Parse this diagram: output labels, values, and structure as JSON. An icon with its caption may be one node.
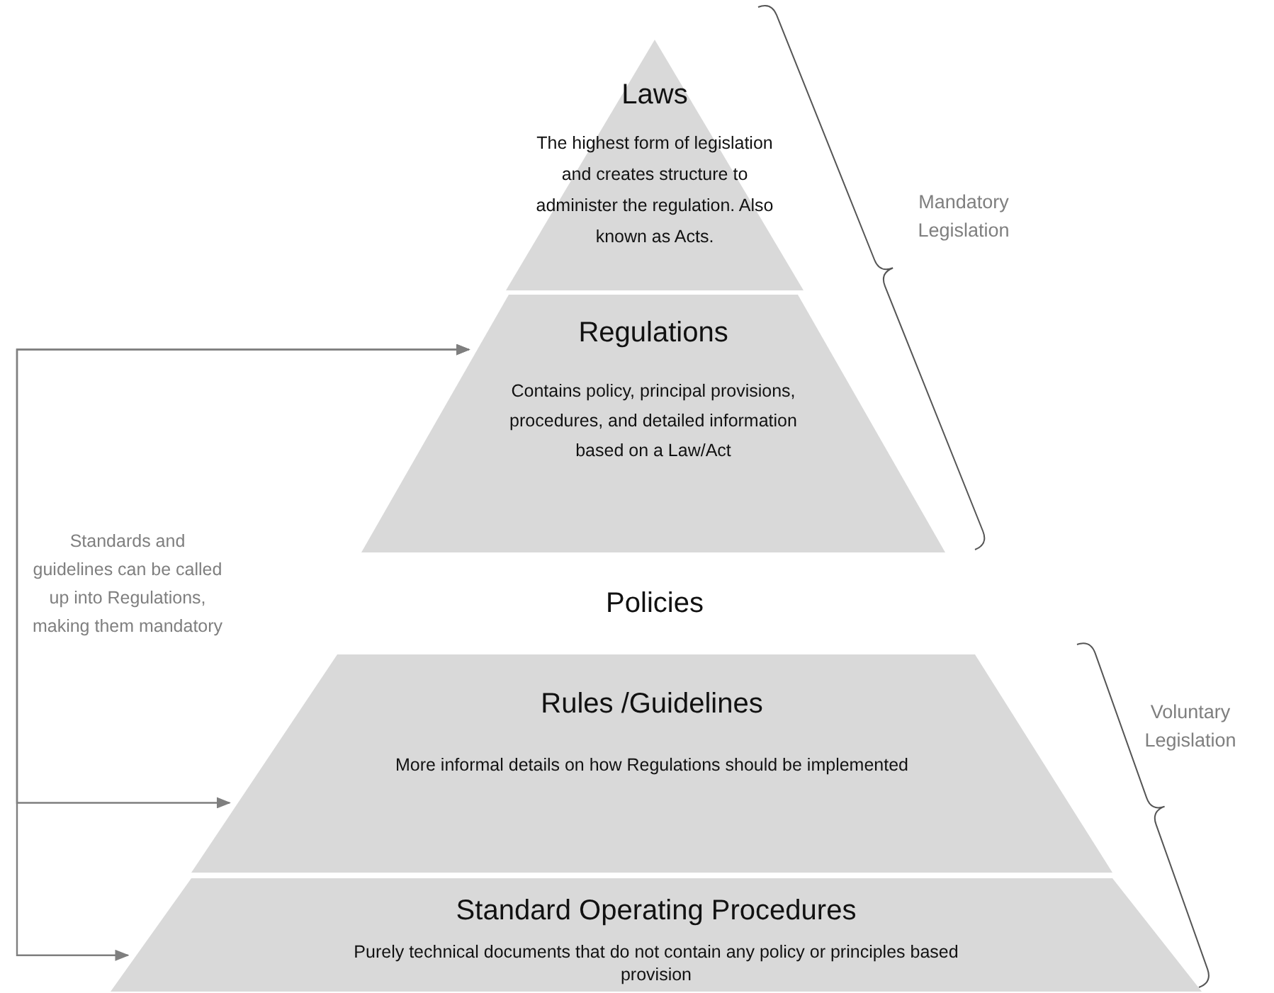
{
  "diagram": {
    "nodes": [
      {
        "text": [
          "Laws",
          "The highest form of legislation and creates structure to administer the regulation. Also known as Acts."
        ]
      },
      {
        "text": [
          "Regulations",
          "Contains policy, principal provisions, procedures, and detailed information based on a Law/Act"
        ]
      },
      {
        "text": [
          "Rules /Guidelines",
          "More informal details on how Regulations should be implemented"
        ]
      },
      {
        "text": [
          "Standard Operating Procedures",
          "Purely technical documents that do not contain any policy or principles based provision"
        ]
      }
    ],
    "edges": [
      {
        "from": 2,
        "to": 1,
        "arrow": "both"
      },
      {
        "from": 3,
        "to": 1,
        "arrow": "both"
      }
    ],
    "labels": [
      "Mandatory Legislation",
      "Standards and guidelines can be called up into Regulations, making them mandatory",
      "Policies",
      "Voluntary Legislation"
    ]
  }
}
